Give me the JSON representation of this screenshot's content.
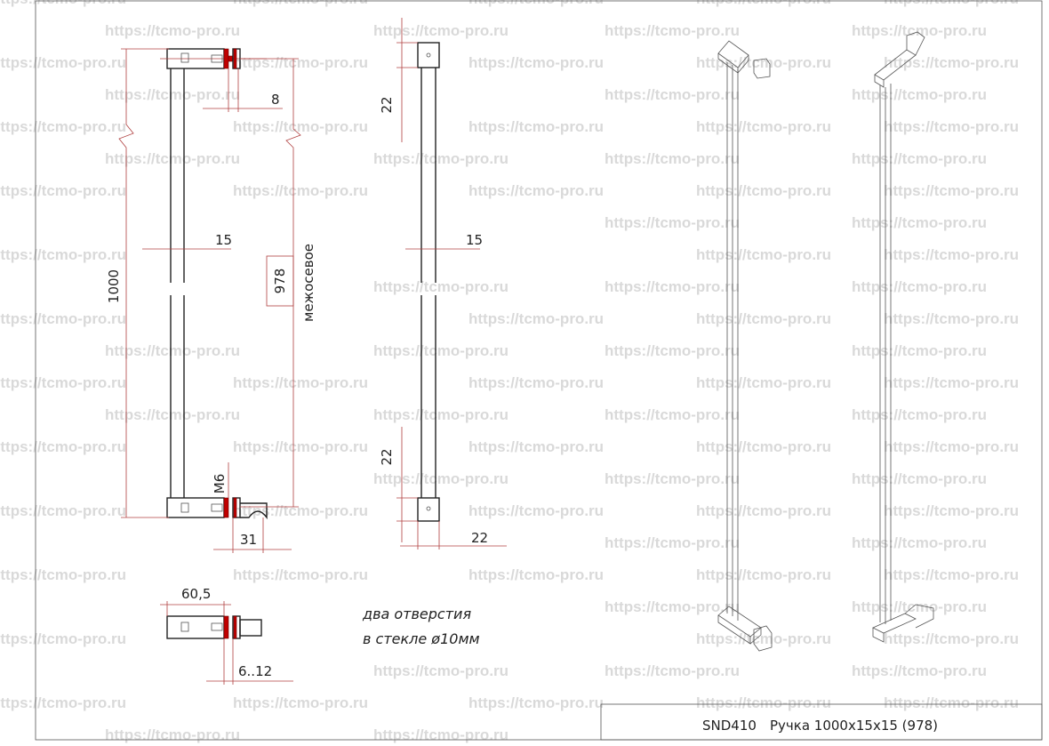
{
  "watermark": "https://tcmo-pro.ru",
  "dimensions": {
    "overall_length": "1000",
    "center_distance": "978",
    "center_distance_label": "межосевое",
    "knob_thickness": "8",
    "bar_width_front": "15",
    "thread": "M6",
    "knob_offset": "31",
    "block_height_top": "22",
    "block_height_bottom": "22",
    "bar_width_side": "15",
    "block_width": "22",
    "detail_length": "60,5",
    "glass_range": "6..12"
  },
  "note": {
    "line1": "два отверстия",
    "line2": "в стекле ø10мм"
  },
  "title_block": {
    "code": "SND410",
    "name": "Ручка 1000x15x15 (978)"
  }
}
